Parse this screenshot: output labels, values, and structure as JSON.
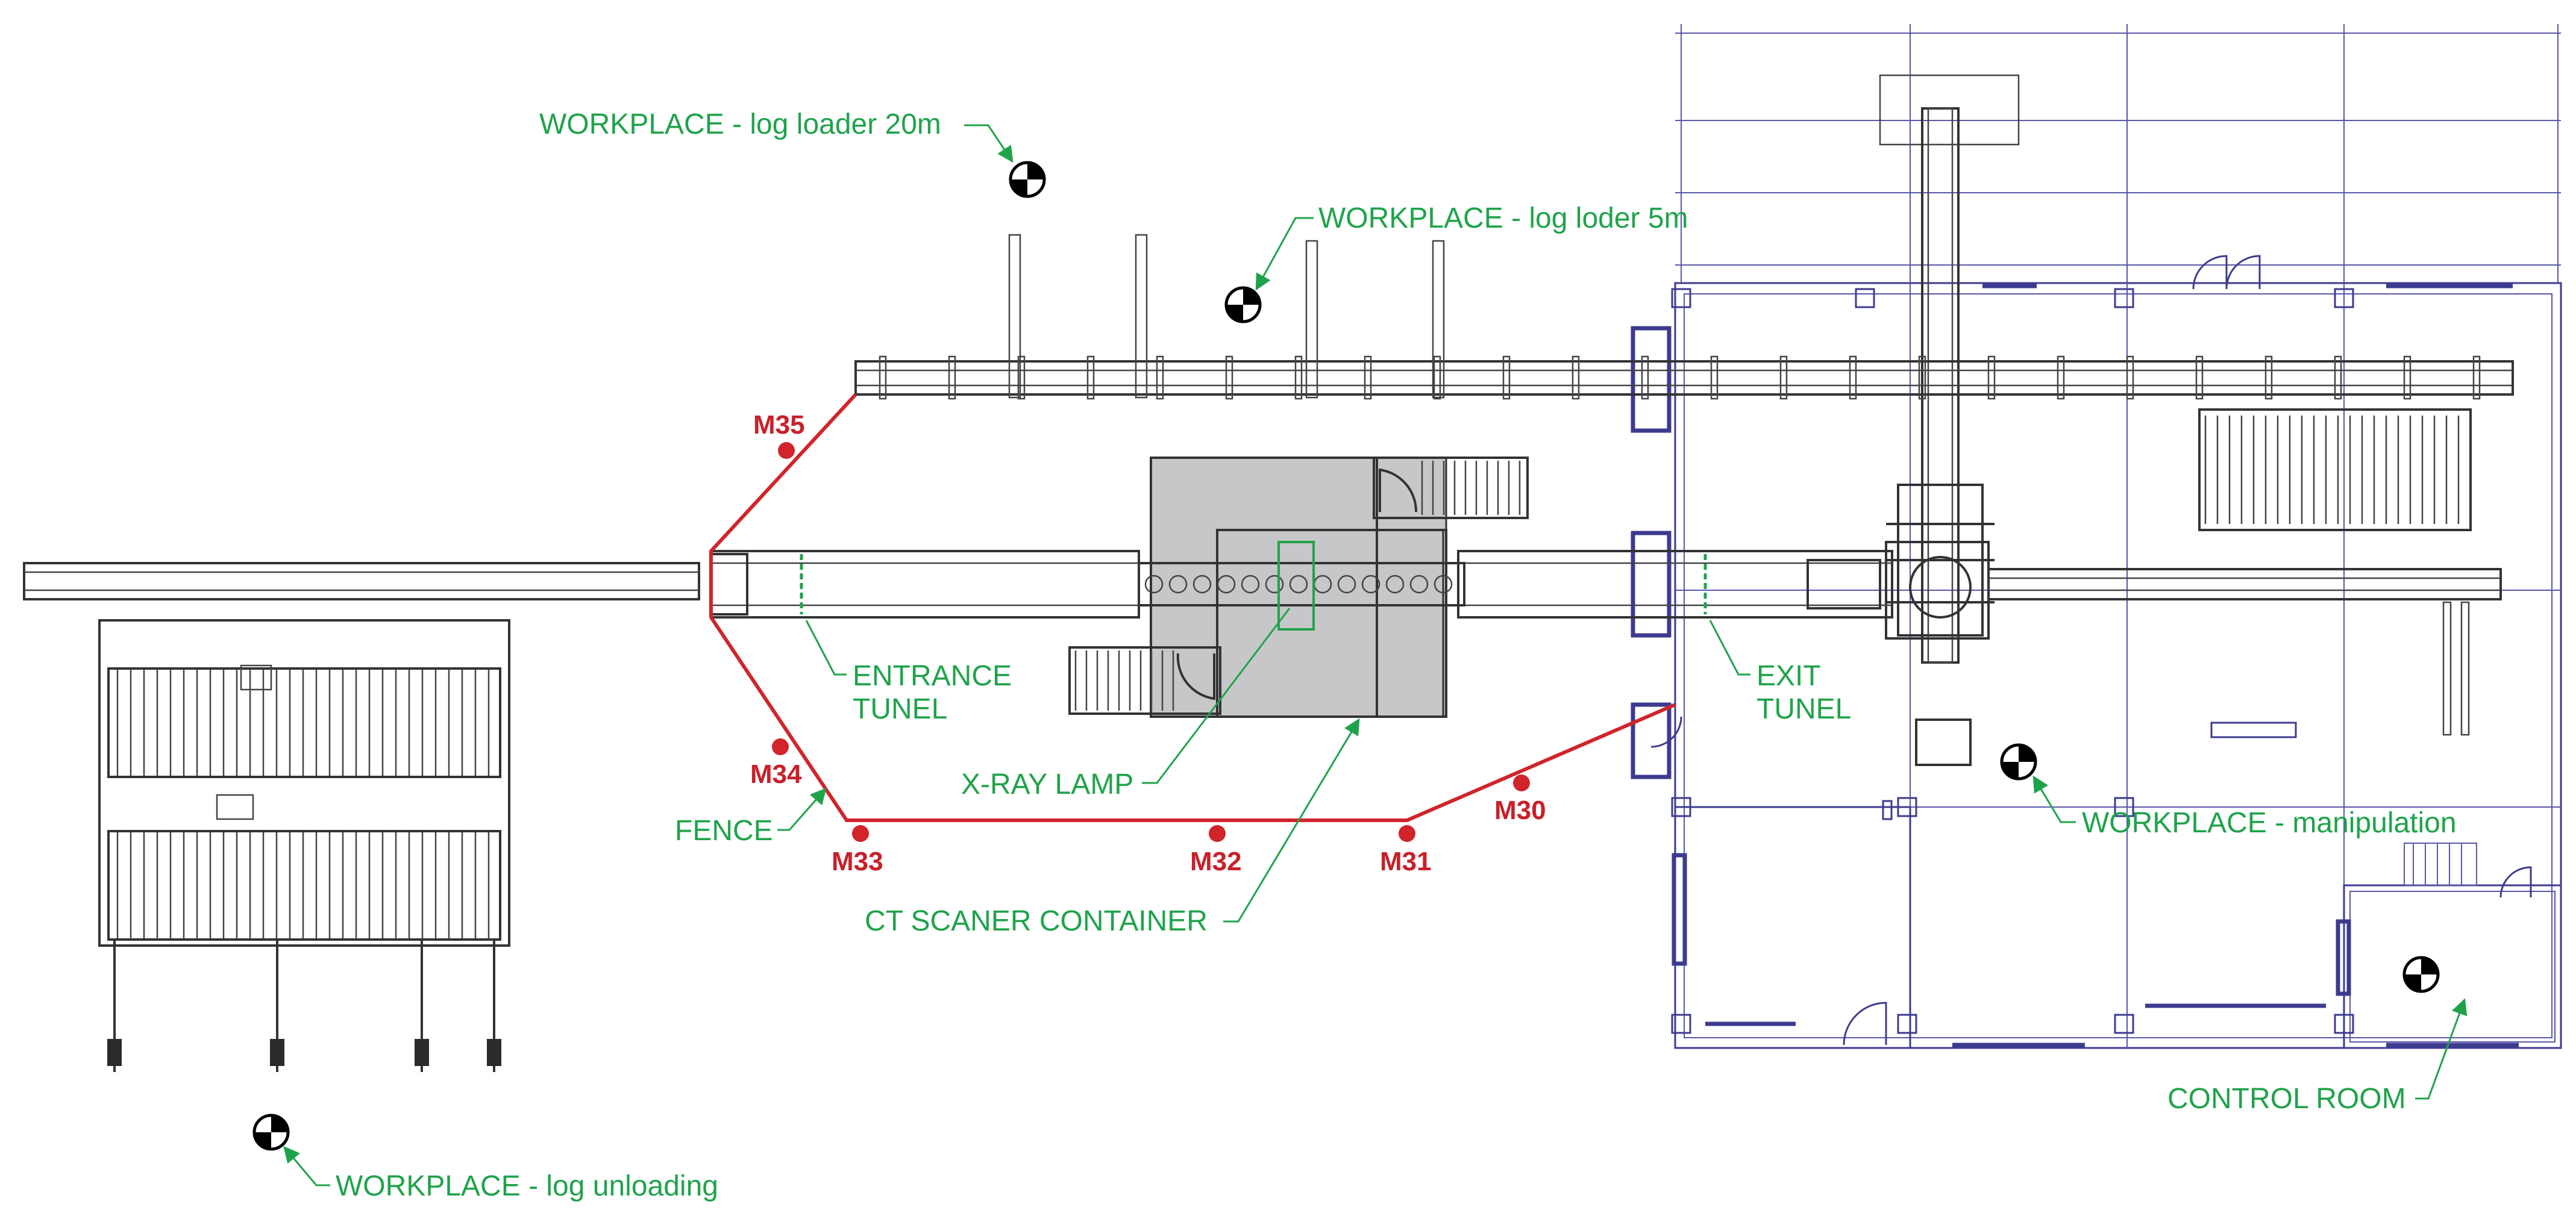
{
  "labels": {
    "workplace_log_loader_20m": "WORKPLACE - log loader 20m",
    "workplace_log_loader_5m": "WORKPLACE - log loder 5m",
    "entrance_tunel_line1": "ENTRANCE",
    "entrance_tunel_line2": "TUNEL",
    "exit_tunel_line1": "EXIT",
    "exit_tunel_line2": "TUNEL",
    "xray_lamp": "X-RAY LAMP",
    "fence": "FENCE",
    "ct_scaner_container": "CT SCANER CONTAINER",
    "workplace_manipulation": "WORKPLACE - manipulation",
    "control_room": "CONTROL ROOM",
    "workplace_log_unloading": "WORKPLACE - log unloading"
  },
  "measurement_points": {
    "m35": "M35",
    "m34": "M34",
    "m33": "M33",
    "m32": "M32",
    "m31": "M31",
    "m30": "M30"
  },
  "colors": {
    "label_green": "#1fa34a",
    "point_red": "#c9202a",
    "fence_red": "#d1242b",
    "building_blue": "#3d3b8f",
    "machinery_dark": "#333333",
    "container_grey": "#c7c7c9"
  },
  "icons": {
    "workplace_marker": "quartered-circle-target-icon",
    "measurement_point": "red-dot-icon"
  }
}
